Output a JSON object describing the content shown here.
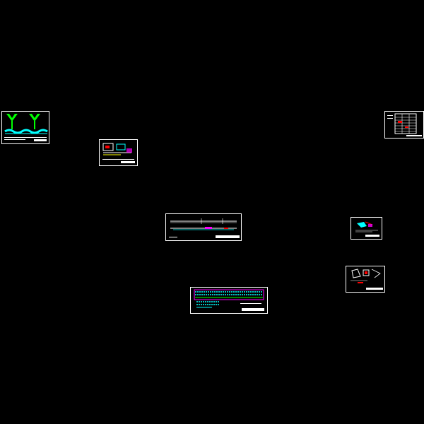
{
  "canvas": {
    "background": "#000000"
  },
  "colors": {
    "frame": "#ffffff",
    "cyan": "#00ffff",
    "green": "#00ff00",
    "magenta": "#ff00ff",
    "red": "#ff0000",
    "yellow": "#ffff00"
  },
  "sheets": [
    {
      "id": "sheet-1",
      "content": "twin-tower-elevation"
    },
    {
      "id": "sheet-2",
      "content": "section-detail"
    },
    {
      "id": "sheet-3",
      "content": "table-schedule"
    },
    {
      "id": "sheet-4",
      "content": "long-profile"
    },
    {
      "id": "sheet-5",
      "content": "small-detail"
    },
    {
      "id": "sheet-6",
      "content": "node-detail"
    },
    {
      "id": "sheet-7",
      "content": "rebar-layout"
    }
  ]
}
